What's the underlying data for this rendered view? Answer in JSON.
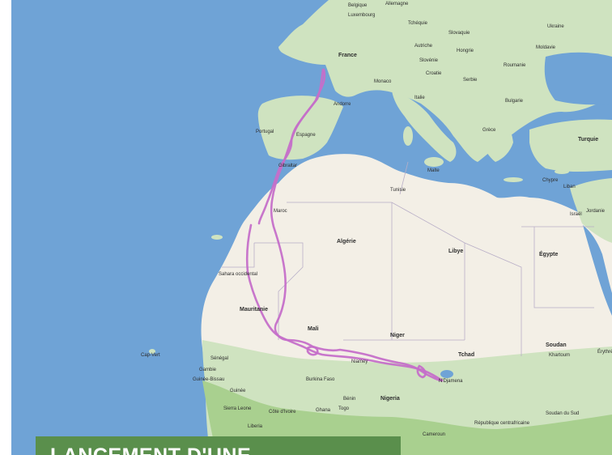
{
  "colors": {
    "sea": "#6fa3d6",
    "land_desert": "#f3efe6",
    "land_green": "#cfe3c0",
    "forest": "#a9d08f",
    "track": "#c56fc9",
    "banner_bg": "#5a8f4c",
    "banner_text": "#ffffff"
  },
  "labels": {
    "belgique": "Belgique",
    "luxembourg": "Luxembourg",
    "tcheque": "Tchéquie",
    "slovaquie": "Slovaquie",
    "autriche": "Autriche",
    "hongrie": "Hongrie",
    "ukraine": "Ukraine",
    "moldavie": "Moldavie",
    "roumanie": "Roumanie",
    "slovenie": "Slovénie",
    "croatie": "Croatie",
    "serbie": "Serbie",
    "bulgarie": "Bulgarie",
    "france": "France",
    "monaco": "Monaco",
    "italie": "Italie",
    "andorre": "Andorre",
    "grece": "Grèce",
    "turquie": "Turquie",
    "portugal": "Portugal",
    "espagne": "Espagne",
    "gibraltar": "Gibraltar",
    "tunisie": "Tunisie",
    "malte": "Malte",
    "chypre": "Chypre",
    "liban": "Liban",
    "israel": "Israël",
    "jordanie": "Jordanie",
    "maroc": "Maroc",
    "algerie": "Algérie",
    "libye": "Libye",
    "egypte": "Égypte",
    "sahara_occidental": "Sahara occidental",
    "mauritanie": "Mauritanie",
    "mali": "Mali",
    "niger": "Niger",
    "tchad": "Tchad",
    "soudan": "Soudan",
    "senegal": "Sénégal",
    "gambie": "Gambie",
    "guinee_bissau": "Guinée-Bissau",
    "guinee": "Guinée",
    "sierra_leone": "Sierra Leone",
    "liberia": "Liberia",
    "burkina_faso": "Burkina Faso",
    "benin": "Bénin",
    "nigeria": "Nigeria",
    "ghana": "Ghana",
    "togo": "Togo",
    "cote_divoire": "Côte d'Ivoire",
    "cap_vert": "Cap-Vert",
    "cameroun": "Cameroun",
    "republique_centrafricaine": "République centrafricaine",
    "soudan_du_sud": "Soudan du Sud",
    "niamey": "Niamey",
    "ndjamena": "N'Djamena",
    "khartoum": "Khartoum",
    "erythree": "Érythrée",
    "allemagne": "Allemagne"
  },
  "banner": {
    "text": "LANCEMENT D'UNE"
  }
}
